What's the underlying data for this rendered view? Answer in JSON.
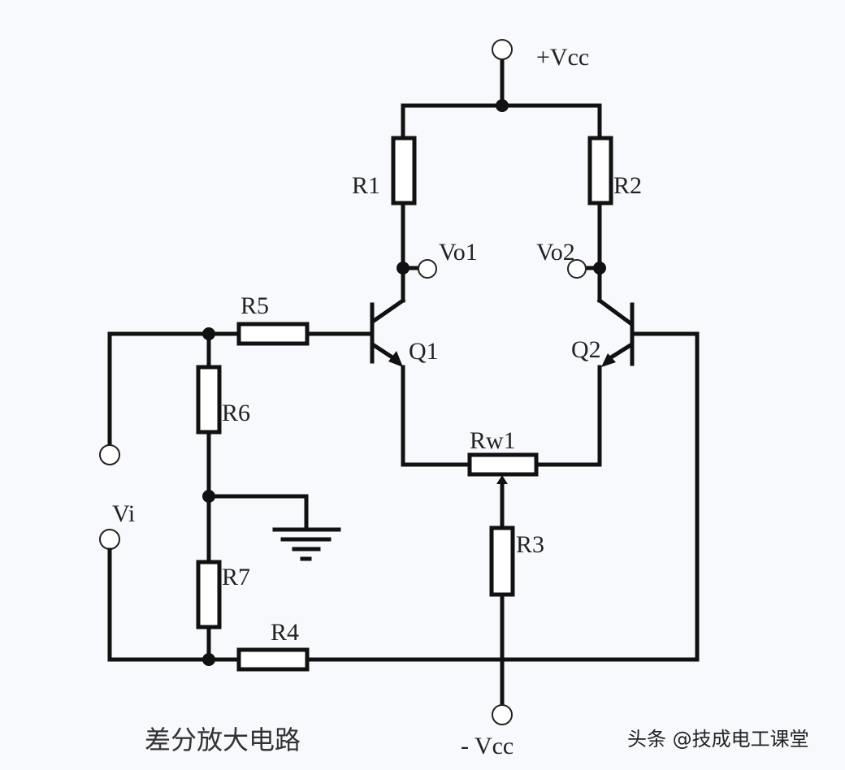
{
  "diagram": {
    "title": "差分放大电路",
    "watermark": "头条 @技成电工课堂",
    "labels": {
      "vcc_pos": "+Vcc",
      "vcc_neg": "- Vcc",
      "r1": "R1",
      "r2": "R2",
      "r3": "R3",
      "r4": "R4",
      "r5": "R5",
      "r6": "R6",
      "r7": "R7",
      "rw1": "Rw1",
      "q1": "Q1",
      "q2": "Q2",
      "vo1": "Vo1",
      "vo2": "Vo2",
      "vi": "Vi"
    },
    "components": [
      {
        "id": "R1",
        "type": "resistor"
      },
      {
        "id": "R2",
        "type": "resistor"
      },
      {
        "id": "R3",
        "type": "resistor"
      },
      {
        "id": "R4",
        "type": "resistor"
      },
      {
        "id": "R5",
        "type": "resistor"
      },
      {
        "id": "R6",
        "type": "resistor"
      },
      {
        "id": "R7",
        "type": "resistor"
      },
      {
        "id": "Rw1",
        "type": "potentiometer"
      },
      {
        "id": "Q1",
        "type": "npn-transistor"
      },
      {
        "id": "Q2",
        "type": "npn-transistor"
      }
    ]
  }
}
